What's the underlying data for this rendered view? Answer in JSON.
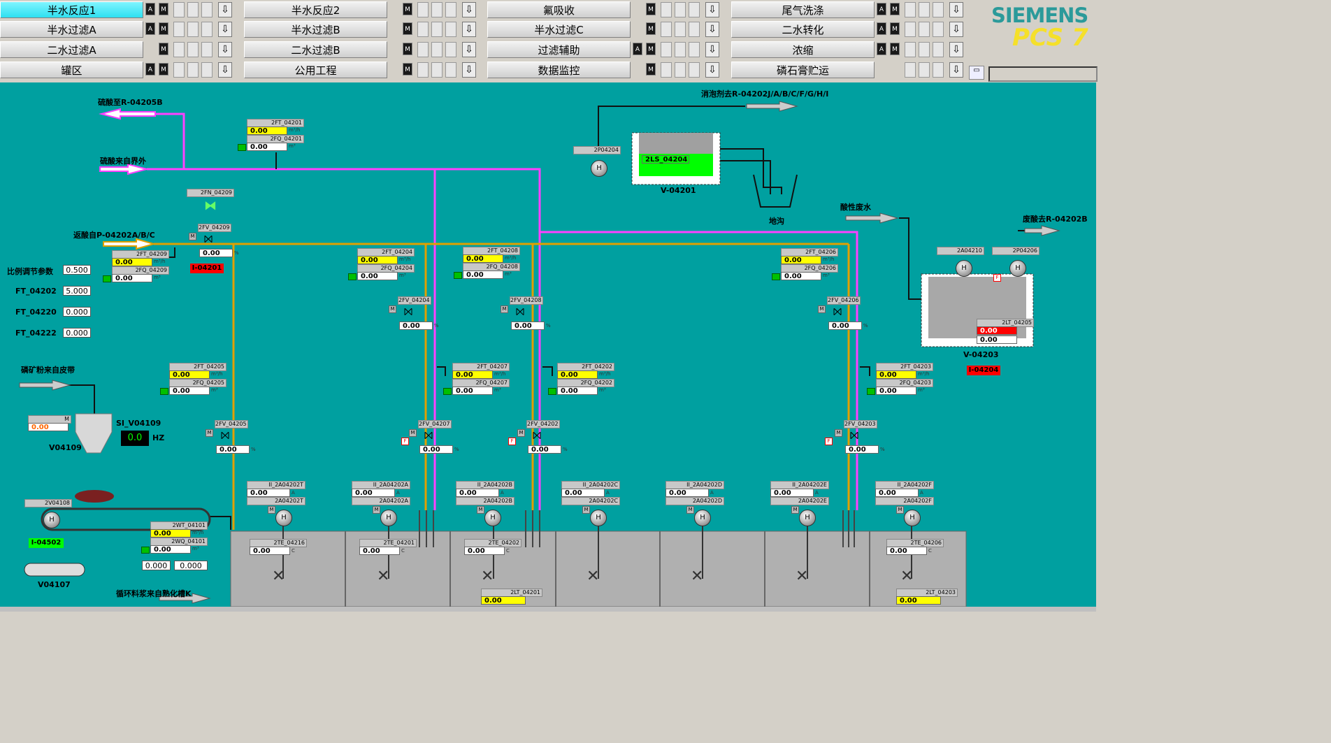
{
  "nav": {
    "rows": [
      [
        "半水反应1",
        "半水反应2",
        "氟吸收",
        "尾气洗涤"
      ],
      [
        "半水过滤A",
        "半水过滤B",
        "半水过滤C",
        "二水转化"
      ],
      [
        "二水过滤A",
        "二水过滤B",
        "过滤辅助",
        "浓缩"
      ],
      [
        "罐区",
        "公用工程",
        "数据监控",
        "磷石膏贮运"
      ]
    ],
    "active": "半水反应1",
    "auto_label": "A",
    "manual_label": "M",
    "down_arrow": "⇩"
  },
  "logo": {
    "brand": "SIEMENS",
    "product": "PCS 7"
  },
  "labels": {
    "acid_to": "硫酸至R-04205B",
    "acid_from": "硫酸来自界外",
    "return_acid": "返酸自P-04202A/B/C",
    "defoamer": "消泡剂去R-04202J/A/B/C/F/G/H/I",
    "acid_waste": "酸性废水",
    "waste_acid_out": "废酸去R-04202B",
    "ditch": "地沟",
    "ratio": "比例调节参数",
    "ft1": "FT_04202",
    "ft2": "FT_04220",
    "ft3": "FT_04222",
    "rock": "磷矿粉来自皮带",
    "slurry": "循环料浆来自熟化槽K",
    "si": "SI_V04109",
    "hz": "HZ",
    "v04109": "V04109",
    "v04107": "V04107",
    "v04201": "V-04201",
    "v04203": "V-04203"
  },
  "params": {
    "ratio": "0.500",
    "ft1": "5.000",
    "ft2": "0.000",
    "ft3": "0.000",
    "si": "0.0",
    "b1": "0.000",
    "b2": "0.000"
  },
  "alarms": {
    "a1": "I-04201",
    "a2": "I-04204",
    "a3": "I-04502"
  },
  "flows": [
    {
      "ft": "2FT_04201",
      "fq": "2FQ_04201",
      "v": "0.00",
      "q": "0.00"
    },
    {
      "ft": "2FT_04209",
      "fq": "2FQ_04209",
      "v": "0.00",
      "q": "0.00"
    },
    {
      "ft": "2FT_04204",
      "fq": "2FQ_04204",
      "v": "0.00",
      "q": "0.00"
    },
    {
      "ft": "2FT_04208",
      "fq": "2FQ_04208",
      "v": "0.00",
      "q": "0.00"
    },
    {
      "ft": "2FT_04206",
      "fq": "2FQ_04206",
      "v": "0.00",
      "q": "0.00"
    },
    {
      "ft": "2FT_04205",
      "fq": "2FQ_04205",
      "v": "0.00",
      "q": "0.00"
    },
    {
      "ft": "2FT_04207",
      "fq": "2FQ_04207",
      "v": "0.00",
      "q": "0.00"
    },
    {
      "ft": "2FT_04202",
      "fq": "2FQ_04202",
      "v": "0.00",
      "q": "0.00"
    },
    {
      "ft": "2FT_04203",
      "fq": "2FQ_04203",
      "v": "0.00",
      "q": "0.00"
    },
    {
      "ft": "2WT_04101",
      "fq": "2WQ_04101",
      "v": "0.00",
      "q": "0.00"
    }
  ],
  "units": {
    "flow": "m³/h",
    "total": "m³",
    "pct": "%",
    "temp": "C",
    "amp": "A"
  },
  "valves": [
    {
      "tag": "2FV_04209",
      "v": "0.00"
    },
    {
      "tag": "2FV_04204",
      "v": "0.00"
    },
    {
      "tag": "2FV_04208",
      "v": "0.00"
    },
    {
      "tag": "2FV_04206",
      "v": "0.00"
    },
    {
      "tag": "2FV_04205",
      "v": "0.00"
    },
    {
      "tag": "2FV_04207",
      "v": "0.00"
    },
    {
      "tag": "2FV_04202",
      "v": "0.00"
    },
    {
      "tag": "2FV_04203",
      "v": "0.00"
    }
  ],
  "fn": "2FN_04209",
  "pumps": {
    "p1": "2P04204",
    "p2": "2A04210",
    "p3": "2P04206",
    "p4": "2V04108"
  },
  "ls": "2LS_04204",
  "lt": [
    {
      "tag": "2LT_04205",
      "v": "0.00",
      "q": "0.00"
    },
    {
      "tag": "2LT_04201",
      "v": "0.00"
    },
    {
      "tag": "2LT_04203",
      "v": "0.00"
    }
  ],
  "agitators": [
    {
      "ii": "II_2A04202T",
      "tag": "2A04202T",
      "v": "0.00"
    },
    {
      "ii": "II_2A04202A",
      "tag": "2A04202A",
      "v": "0.00"
    },
    {
      "ii": "II_2A04202B",
      "tag": "2A04202B",
      "v": "0.00"
    },
    {
      "ii": "II_2A04202C",
      "tag": "2A04202C",
      "v": "0.00"
    },
    {
      "ii": "II_2A04202D",
      "tag": "2A04202D",
      "v": "0.00"
    },
    {
      "ii": "II_2A04202E",
      "tag": "2A04202E",
      "v": "0.00"
    },
    {
      "ii": "II_2A04202F",
      "tag": "2A04202F",
      "v": "0.00"
    }
  ],
  "temps": [
    {
      "tag": "2TE_04216",
      "v": "0.00"
    },
    {
      "tag": "2TE_04201",
      "v": "0.00"
    },
    {
      "tag": "2TE_04202",
      "v": "0.00"
    },
    {
      "tag": "2TE_04206",
      "v": "0.00"
    }
  ],
  "feeder": {
    "mark": "M",
    "val": "0.00"
  },
  "colors": {
    "bg": "#00a0a0",
    "acid": "#ff40ff",
    "return": "#e0a000",
    "pipe": "#000000",
    "tank": "#b0b0b0"
  }
}
